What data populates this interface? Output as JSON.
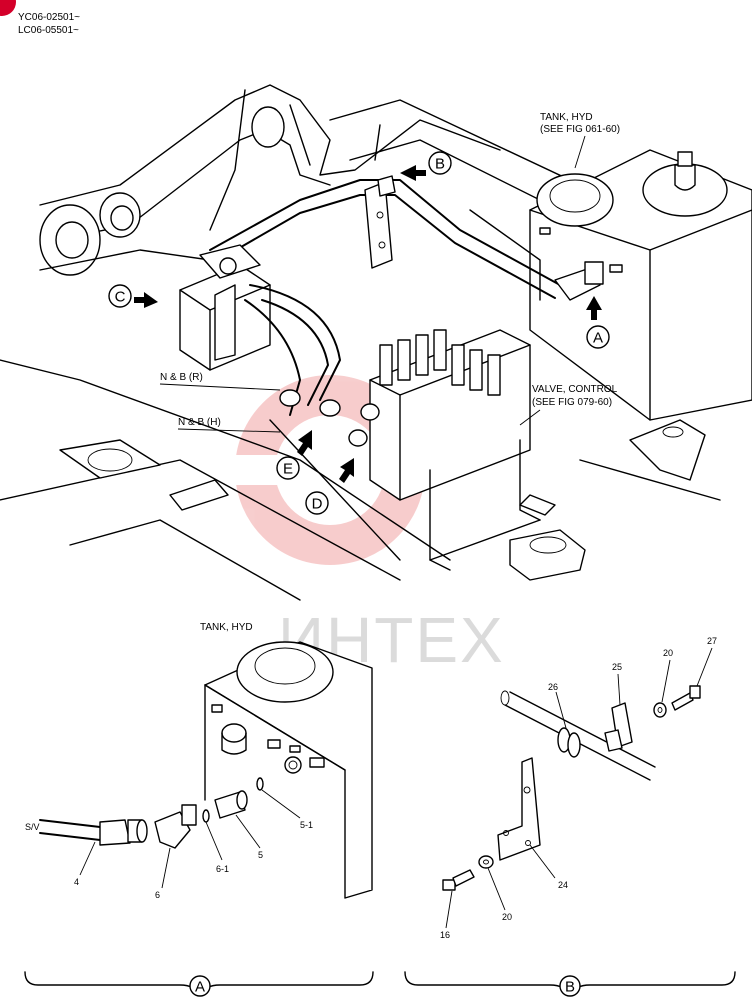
{
  "header": {
    "serial_1": "YC06-02501~",
    "serial_2": "LC06-05501~"
  },
  "main_view": {
    "tank_label_1": "TANK, HYD",
    "tank_label_2": "(SEE FIG 061-60)",
    "valve_label_1": "VALVE, CONTROL",
    "valve_label_2": "(SEE FIG 079-60)",
    "nb_r": "N & B (R)",
    "nb_h": "N & B (H)",
    "callout_a": "A",
    "callout_b": "B",
    "callout_c": "C",
    "callout_d": "D",
    "callout_e": "E"
  },
  "detail_a": {
    "tank_label": "TANK, HYD",
    "sv_label": "S/V",
    "parts": [
      "4",
      "6",
      "6-1",
      "5",
      "5-1"
    ],
    "footer_callout": "A"
  },
  "detail_b": {
    "parts": [
      "26",
      "25",
      "20",
      "27",
      "24",
      "20",
      "16"
    ],
    "footer_callout": "B"
  },
  "watermark": {
    "text": "ИНТЕХ",
    "color": "#e03a3a"
  }
}
